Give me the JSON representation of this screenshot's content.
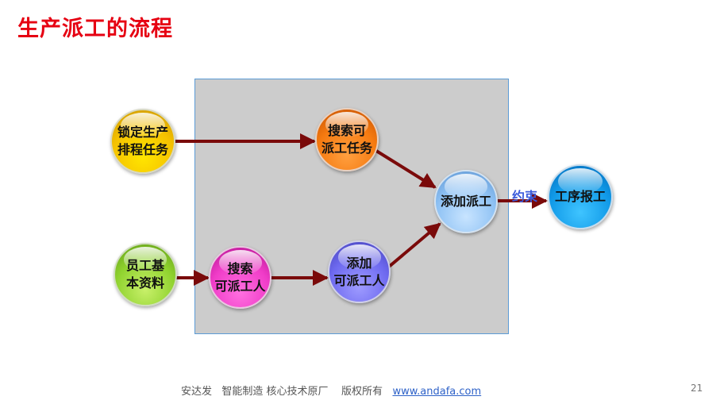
{
  "title": "生产派工的流程",
  "nodes": {
    "lock_task": "锁定生产\n排程任务",
    "employee_info": "员工基\n本资料",
    "search_task": "搜索可\n派工任务",
    "search_worker": "搜索\n可派工人",
    "add_worker": "添加\n可派工人",
    "add_dispatch": "添加派工",
    "process_report": "工序报工"
  },
  "constraint_label": "约束",
  "footer": {
    "text": "安达发   智能制造 核心技术原厂    版权所有   ",
    "link": "www.andafa.com"
  },
  "page_number": "21",
  "colors": {
    "title": "#e60012",
    "arrow": "#7a0a0a",
    "panel": "#cccccc",
    "constraint": "#3b5bdb"
  }
}
